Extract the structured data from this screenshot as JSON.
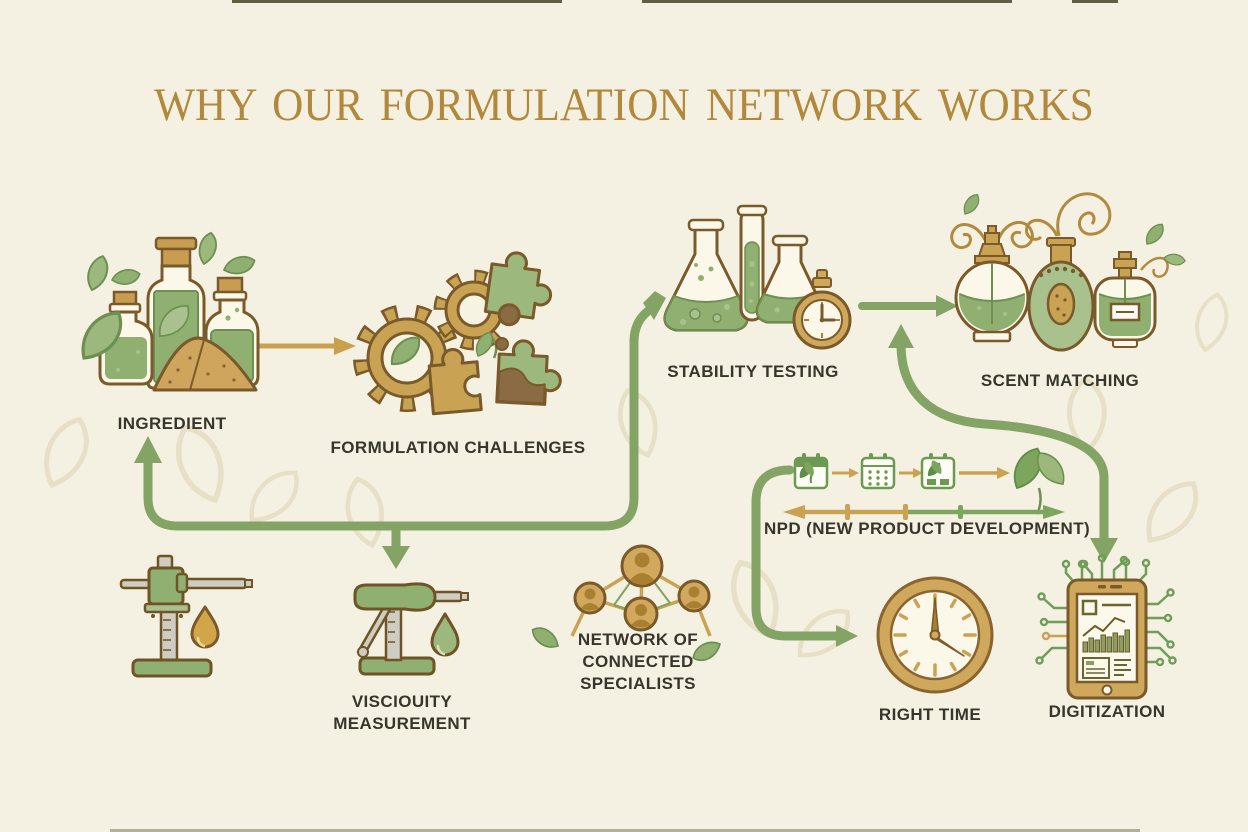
{
  "header": {
    "title": "WHY OUR FORMULATION NETWORK WORKS"
  },
  "labels": {
    "ingredient": "INGREDIENT",
    "formulation": "FORMULATION CHALLENGES",
    "stability": "STABILITY TESTING",
    "scent": "SCENT MATCHING",
    "viscosity_l1": "VISCIOUITY",
    "viscosity_l2": "MEASUREMENT",
    "network_l1": "NETWORK OF",
    "network_l2": "CONNECTED",
    "network_l3": "SPECIALISTS",
    "npd": "NPD (NEW PRODUCT DEVELOPMENT)",
    "right_time": "RIGHT TIME",
    "digitization": "DIGITIZATION"
  },
  "nodes": [
    {
      "id": "ingredient",
      "label": "INGREDIENT",
      "icon": "ingredient-bottles-icon"
    },
    {
      "id": "formulation-challenges",
      "label": "FORMULATION CHALLENGES",
      "icon": "gears-puzzle-icon"
    },
    {
      "id": "stability-testing",
      "label": "STABILITY TESTING",
      "icon": "flasks-stopwatch-icon"
    },
    {
      "id": "scent-matching",
      "label": "SCENT MATCHING",
      "icon": "perfume-bottles-icon"
    },
    {
      "id": "viscosity-measurement",
      "label": "VISCIOUITY MEASUREMENT",
      "icon": "viscometer-droplet-icon"
    },
    {
      "id": "network-of-connected-specialists",
      "label": "NETWORK OF CONNECTED SPECIALISTS",
      "icon": "people-network-icon"
    },
    {
      "id": "npd",
      "label": "NPD (NEW PRODUCT DEVELOPMENT)",
      "icon": "calendar-timeline-icon"
    },
    {
      "id": "right-time",
      "label": "RIGHT TIME",
      "icon": "clock-icon"
    },
    {
      "id": "digitization",
      "label": "DIGITIZATION",
      "icon": "tablet-circuit-icon"
    }
  ],
  "connections": [
    {
      "from": "ingredient",
      "to": "formulation-challenges",
      "color": "gold"
    },
    {
      "from": "formulation-challenges",
      "to": "stability-testing",
      "color": "green"
    },
    {
      "from": "stability-testing",
      "to": "scent-matching",
      "color": "green"
    },
    {
      "from": "scent-matching",
      "to": "digitization",
      "color": "green",
      "shape": "s-curve-double-arrow"
    },
    {
      "from": "trunk",
      "to": "ingredient",
      "color": "green",
      "shape": "up-arrow"
    },
    {
      "from": "trunk",
      "to": "viscosity-measurement",
      "color": "green",
      "shape": "down-arrow"
    },
    {
      "from": "npd",
      "to": "right-time",
      "color": "green",
      "shape": "hook-curve"
    }
  ],
  "colors": {
    "background": "#f5f1e2",
    "title_gold": "#b1883c",
    "label_text": "#37362c",
    "arrow_green": "#84a466",
    "arrow_gold": "#c9a14e",
    "icon_green_fill": "#8fb071",
    "icon_green_light": "#a9c28d",
    "icon_gold_fill": "#cfa85c",
    "outline_brown": "#7a5a2a",
    "calendar_green": "#6d9a52",
    "circuit_green": "#6f9e58",
    "faint_leaf": "#e7dfc6"
  }
}
